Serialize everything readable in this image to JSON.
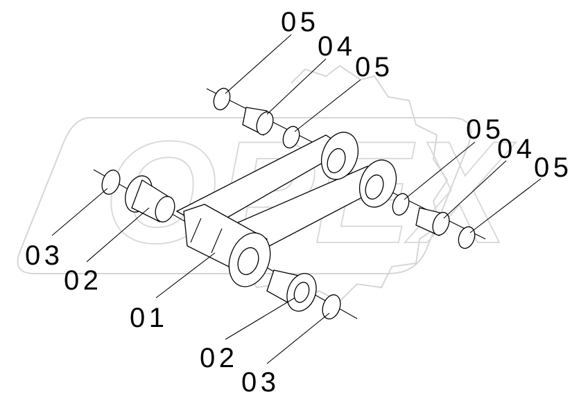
{
  "diagram": {
    "watermark": "OPEX",
    "labels": [
      {
        "id": "top-05-a",
        "text": "05"
      },
      {
        "id": "top-04",
        "text": "04"
      },
      {
        "id": "top-05-b",
        "text": "05"
      },
      {
        "id": "right-05-a",
        "text": "05"
      },
      {
        "id": "right-04",
        "text": "04"
      },
      {
        "id": "right-05-b",
        "text": "05"
      },
      {
        "id": "left-03",
        "text": "03"
      },
      {
        "id": "left-02",
        "text": "02"
      },
      {
        "id": "center-01",
        "text": "01"
      },
      {
        "id": "bottom-02",
        "text": "02"
      },
      {
        "id": "bottom-03",
        "text": "03"
      }
    ]
  },
  "colors": {
    "line": "#000000",
    "watermark": "#d8d8d8"
  }
}
